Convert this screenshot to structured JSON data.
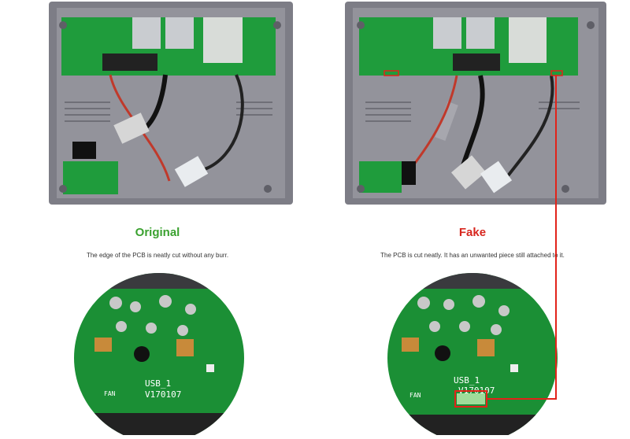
{
  "left": {
    "heading": "Original",
    "heading_color": "#3aa12f",
    "caption": "The edge of the PCB is neatly cut without any burr.",
    "pcb_markings": {
      "board_label": "USB_1",
      "date_code": "V170107",
      "fan_label": "FAN"
    }
  },
  "right": {
    "heading": "Fake",
    "heading_color": "#d7261e",
    "caption": "The PCB is cut neatly. It has an unwanted piece still attached to it.",
    "pcb_markings": {
      "board_label": "USB_1",
      "date_code": "V170107",
      "fan_label": "FAN"
    }
  },
  "colors": {
    "case": "#8a8a92",
    "pcb": "#1e9a3a",
    "highlight": "#e2231a"
  }
}
